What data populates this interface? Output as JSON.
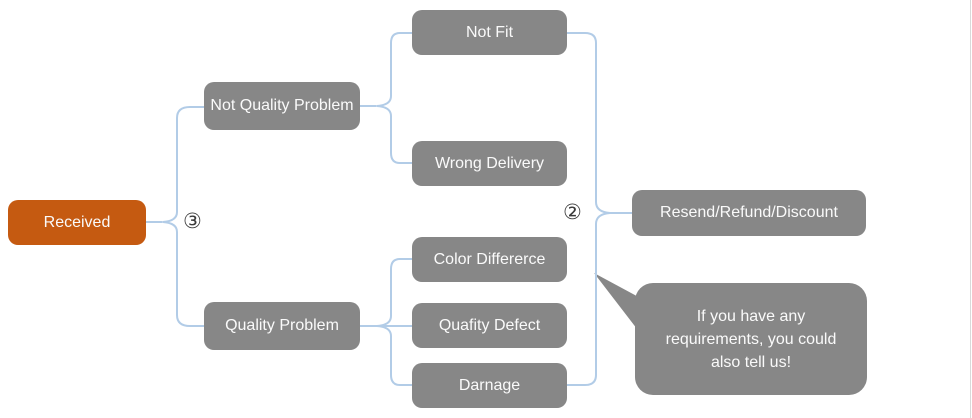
{
  "diagram": {
    "type": "flow-tree",
    "colors": {
      "root_fill": "#C55A11",
      "node_fill": "#878787",
      "connector": "#B2CCE7",
      "node_text": "#FAFAFA",
      "marker_text": "#3A3A3A",
      "background": "#FFFFFF"
    },
    "nodes": {
      "received": {
        "label": "Received"
      },
      "not_quality_problem": {
        "label": "Not Quality Problem"
      },
      "quality_problem": {
        "label": "Quality Problem"
      },
      "not_fit": {
        "label": "Not Fit"
      },
      "wrong_delivery": {
        "label": "Wrong Delivery"
      },
      "color_difference": {
        "label": "Color Differerce"
      },
      "quality_defect": {
        "label": "Quafity Defect"
      },
      "damage": {
        "label": "Darnage"
      },
      "resolution": {
        "label": "Resend/Refund/Discount"
      }
    },
    "callout": {
      "text": "If you have any requirements, you could also tell us!"
    },
    "markers": {
      "left_junction": "③",
      "right_junction": "②"
    }
  }
}
